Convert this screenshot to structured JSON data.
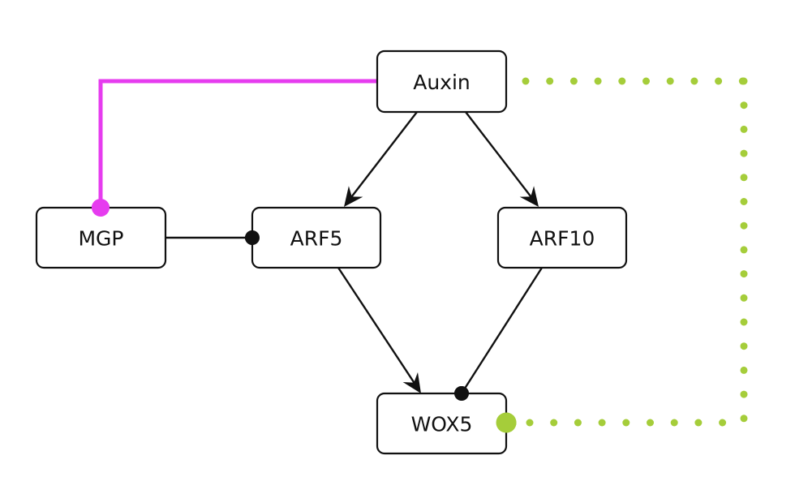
{
  "diagram": {
    "type": "gene regulatory network",
    "colors": {
      "node_border": "#111111",
      "edge_default": "#111111",
      "mgp_edge": "#E63CEF",
      "wox5_feedback": "#A5CD3A"
    },
    "nodes": [
      {
        "id": "auxin",
        "label": "Auxin"
      },
      {
        "id": "mgp",
        "label": "MGP"
      },
      {
        "id": "arf5",
        "label": "ARF5"
      },
      {
        "id": "arf10",
        "label": "ARF10"
      },
      {
        "id": "wox5",
        "label": "WOX5"
      }
    ],
    "edges": [
      {
        "from": "auxin",
        "to": "arf5",
        "type": "activation",
        "style": "solid",
        "color": "edge_default"
      },
      {
        "from": "auxin",
        "to": "arf10",
        "type": "activation",
        "style": "solid",
        "color": "edge_default"
      },
      {
        "from": "arf5",
        "to": "wox5",
        "type": "activation",
        "style": "solid",
        "color": "edge_default"
      },
      {
        "from": "arf10",
        "to": "wox5",
        "type": "inhibition",
        "style": "solid",
        "color": "edge_default"
      },
      {
        "from": "mgp",
        "to": "arf5",
        "type": "inhibition",
        "style": "solid",
        "color": "edge_default"
      },
      {
        "from": "auxin",
        "to": "mgp",
        "type": "inhibition",
        "style": "solid",
        "color": "mgp_edge"
      },
      {
        "from": "auxin",
        "to": "wox5",
        "type": "inhibition",
        "style": "dotted",
        "color": "wox5_feedback"
      }
    ]
  }
}
